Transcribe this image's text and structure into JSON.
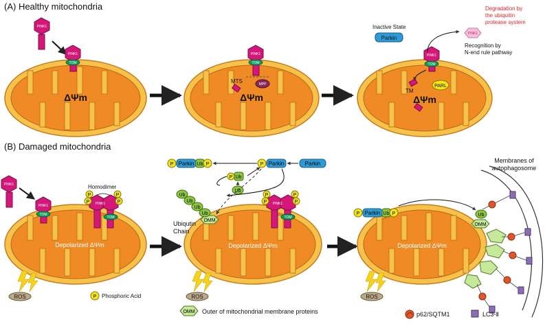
{
  "panel_a": {
    "title": "(A) Healthy mitochondria",
    "membrane_potential": "ΔΨm",
    "mts_label": "MTS",
    "mpp_label": "MPP",
    "tm_label": "TM",
    "parl_label": "PARL",
    "inactive_state_label": "Inactive State",
    "degradation_line1": "Degradation by",
    "degradation_line2": "the ubiquitin",
    "degradation_line3": "protease system",
    "recognition_line1": "Recognition by",
    "recognition_line2": "N-end rule pathway"
  },
  "panel_b": {
    "title": "(B) Damaged mitochondria",
    "depolarized_label": "Depolarized ΔΨm",
    "homodimer_label": "Homodimer",
    "ubiquitin_chain_line1": "Ubiqutin",
    "ubiquitin_chain_line2": "Chain",
    "membranes_line1": "Membranes of",
    "membranes_line2": "autophagosome"
  },
  "proteins": {
    "pink1": "PINK1",
    "tom": "TOM",
    "parkin": "Parkin",
    "ub": "Ub",
    "p": "P",
    "omm": "OMM",
    "ros": "ROS"
  },
  "legend": {
    "phosphoric_acid": "Phosphoric Acid",
    "omm_proteins": "Outer of mitochondrial membrane proteins",
    "p62": "p62/SQTM1",
    "lc3": "LC3-Ⅱ"
  },
  "colors": {
    "mito_fill": "#f08a24",
    "mito_outer": "#f6c24a",
    "pink1": "#d6177a",
    "tom": "#0f9a5c",
    "parkin": "#2e9bd6",
    "phosphate": "#f2e51e",
    "ubiquitin": "#8cc63f",
    "ros": "#bba88a",
    "lightning": "#f6d21a",
    "degradation_text": "#e0262e",
    "lc3": "#8b6fb0",
    "p62": "#e2552a"
  }
}
